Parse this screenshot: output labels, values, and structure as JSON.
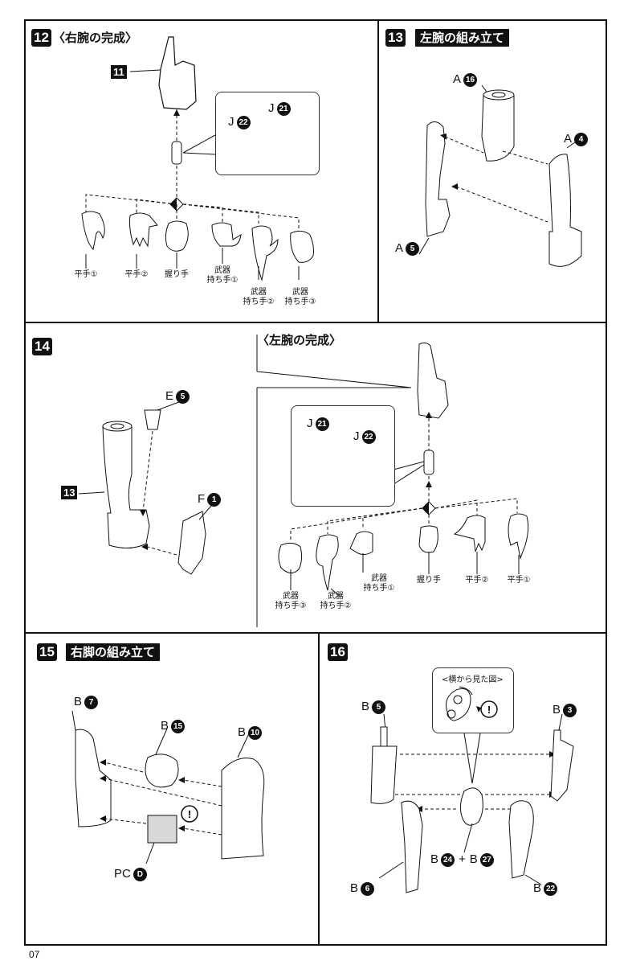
{
  "page_number": "07",
  "steps": {
    "s12": {
      "number": "12",
      "title": "〈右腕の完成〉",
      "ref_step": "11",
      "inset": {
        "parts": [
          {
            "sprue": "J",
            "num": "22"
          },
          {
            "sprue": "J",
            "num": "21"
          }
        ]
      },
      "hands": [
        "平手①",
        "平手②",
        "握り手",
        "武器\n持ち手①",
        "武器\n持ち手②",
        "武器\n持ち手③"
      ],
      "choice_icon": "select-one-icon"
    },
    "s13": {
      "number": "13",
      "title": "左腕の組み立て",
      "parts": [
        {
          "sprue": "A",
          "num": "16"
        },
        {
          "sprue": "A",
          "num": "4"
        },
        {
          "sprue": "A",
          "num": "5"
        }
      ]
    },
    "s14": {
      "number": "14",
      "ref_step": "13",
      "parts": [
        {
          "sprue": "E",
          "num": "5"
        },
        {
          "sprue": "F",
          "num": "1"
        }
      ],
      "subtitle": "〈左腕の完成〉",
      "inset": {
        "parts": [
          {
            "sprue": "J",
            "num": "21"
          },
          {
            "sprue": "J",
            "num": "22"
          }
        ]
      },
      "hands": [
        "武器\n持ち手③",
        "武器\n持ち手②",
        "武器\n持ち手①",
        "握り手",
        "平手②",
        "平手①"
      ]
    },
    "s15": {
      "number": "15",
      "title": "右脚の組み立て",
      "parts": [
        {
          "sprue": "B",
          "num": "7"
        },
        {
          "sprue": "B",
          "num": "15"
        },
        {
          "sprue": "B",
          "num": "10"
        },
        {
          "sprue": "PC",
          "num": "D"
        }
      ],
      "caution": "!"
    },
    "s16": {
      "number": "16",
      "inset_title": "<横から見た図>",
      "caution": "!",
      "parts": [
        {
          "sprue": "B",
          "num": "5"
        },
        {
          "sprue": "B",
          "num": "3"
        },
        {
          "sprue": "B",
          "num": "6"
        },
        {
          "sprue": "B",
          "num": "22"
        }
      ],
      "combo": {
        "a": {
          "sprue": "B",
          "num": "24"
        },
        "plus": "+",
        "b": {
          "sprue": "B",
          "num": "27"
        }
      }
    }
  }
}
